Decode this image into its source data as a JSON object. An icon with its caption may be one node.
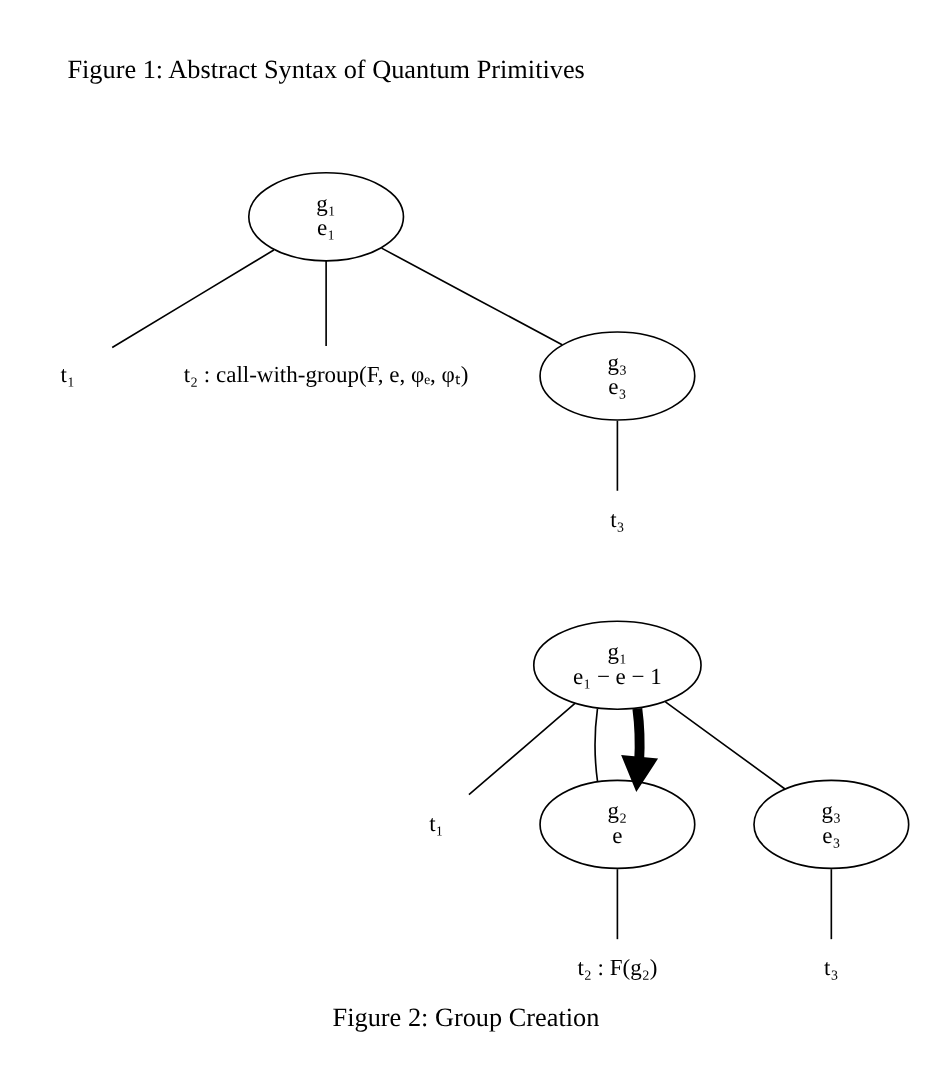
{
  "diagram": {
    "caption": "Figure 2: Group Creation",
    "nodes": [
      {
        "text": [
          "g₁",
          "e₁"
        ]
      },
      {
        "text": [
          "t₁"
        ]
      },
      {
        "text": [
          "t₂ : call-with-group(F, e, φₑ, φₜ)"
        ]
      },
      {
        "text": [
          "g₃",
          "e₃"
        ]
      },
      {
        "text": [
          "t₃"
        ]
      },
      {
        "text": [
          "g₁",
          "e₁ − e − 1"
        ]
      },
      {
        "text": [
          "t₁"
        ]
      },
      {
        "text": [
          "g₂",
          "e"
        ]
      },
      {
        "text": [
          "g₃",
          "e₃"
        ]
      },
      {
        "text": [
          "t₂ : F(g₂)"
        ]
      },
      {
        "text": [
          "t₃"
        ]
      }
    ],
    "edges": [
      {
        "from": 0,
        "to": 1,
        "arrow": "none"
      },
      {
        "from": 0,
        "to": 2,
        "arrow": "none"
      },
      {
        "from": 0,
        "to": 3,
        "arrow": "none"
      },
      {
        "from": 3,
        "to": 4,
        "arrow": "none"
      },
      {
        "from": 5,
        "to": 6,
        "arrow": "none"
      },
      {
        "from": 5,
        "to": 7,
        "arrow": "none"
      },
      {
        "from": 5,
        "to": 7,
        "arrow": "to",
        "style": "thick"
      },
      {
        "from": 5,
        "to": 8,
        "arrow": "none"
      },
      {
        "from": 7,
        "to": 9,
        "arrow": "none"
      },
      {
        "from": 8,
        "to": 10,
        "arrow": "none"
      }
    ],
    "labels": [
      "Figure 1: Abstract Syntax of Quantum Primitives"
    ]
  }
}
